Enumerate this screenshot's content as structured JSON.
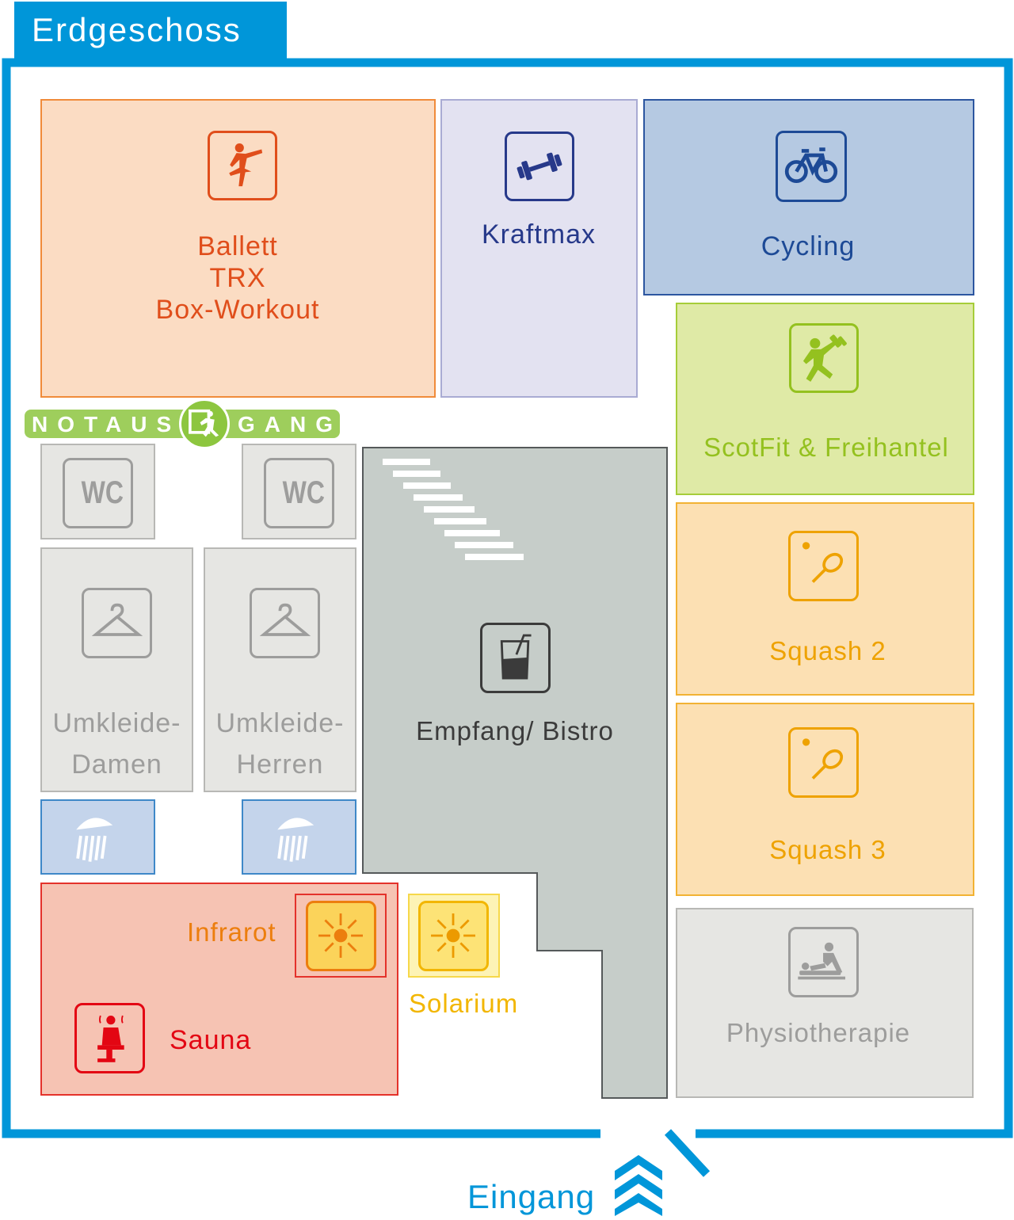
{
  "floor": {
    "title": "Erdgeschoss"
  },
  "colors": {
    "frame": "#0096d9",
    "ballett_fill": "#fbdcc3",
    "ballett_line": "#f08b3a",
    "ballett_text": "#e04e1b",
    "kraft_fill": "#e3e2f1",
    "kraft_line": "#a9abd3",
    "kraft_text": "#27398a",
    "cycling_fill": "#b5c9e2",
    "cycling_line": "#2c56a0",
    "cycling_text": "#1d4a96",
    "scotfit_fill": "#dfeaa6",
    "scotfit_line": "#a6cd39",
    "scotfit_text": "#94c11f",
    "squash_fill": "#fce0b3",
    "squash_line": "#f2b233",
    "squash_text": "#eea200",
    "grey_fill": "#e6e6e3",
    "grey_line": "#b8b8b5",
    "grey_text": "#9d9d9c",
    "bistro_fill": "#c6cdc9",
    "bistro_text": "#3b3b3b",
    "shower_fill": "#c4d4eb",
    "shower_line": "#3f88c8",
    "sauna_fill": "#f6c3b3",
    "sauna_line": "#e4322b",
    "sauna_text": "#e30613",
    "infrarot_text": "#ec7e0e",
    "solarium_text": "#f2b600",
    "notausgang_green": "#8dc63f"
  },
  "rooms": {
    "ballett": {
      "lines": [
        "Ballett",
        "TRX",
        "Box-Workout"
      ],
      "icon": "dance-icon"
    },
    "kraftmax": {
      "label": "Kraftmax",
      "icon": "dumbbell-icon"
    },
    "cycling": {
      "label": "Cycling",
      "icon": "bicycle-icon"
    },
    "scotfit": {
      "label": "ScotFit & Freihantel",
      "icon": "weightlifter-icon"
    },
    "squash2": {
      "label": "Squash 2",
      "icon": "squash-icon"
    },
    "squash3": {
      "label": "Squash 3",
      "icon": "squash-icon"
    },
    "physio": {
      "label": "Physiotherapie",
      "icon": "massage-icon"
    },
    "wc1": {
      "label": "WC",
      "icon": "wc-icon"
    },
    "wc2": {
      "label": "WC",
      "icon": "wc-icon"
    },
    "umkleide_damen": {
      "lines": [
        "Umkleide-",
        "Damen"
      ],
      "icon": "hanger-icon"
    },
    "umkleide_herren": {
      "lines": [
        "Umkleide-",
        "Herren"
      ],
      "icon": "hanger-icon"
    },
    "bistro": {
      "label": "Empfang/ Bistro",
      "icon": "drink-icon"
    },
    "infrarot": {
      "label": "Infrarot",
      "icon": "sun-icon"
    },
    "sauna": {
      "label": "Sauna",
      "icon": "sauna-icon"
    },
    "solarium": {
      "label": "Solarium",
      "icon": "sun-icon"
    }
  },
  "notausgang": {
    "left": "NOTAUS",
    "right": "GANG"
  },
  "entrance": {
    "label": "Eingang"
  }
}
